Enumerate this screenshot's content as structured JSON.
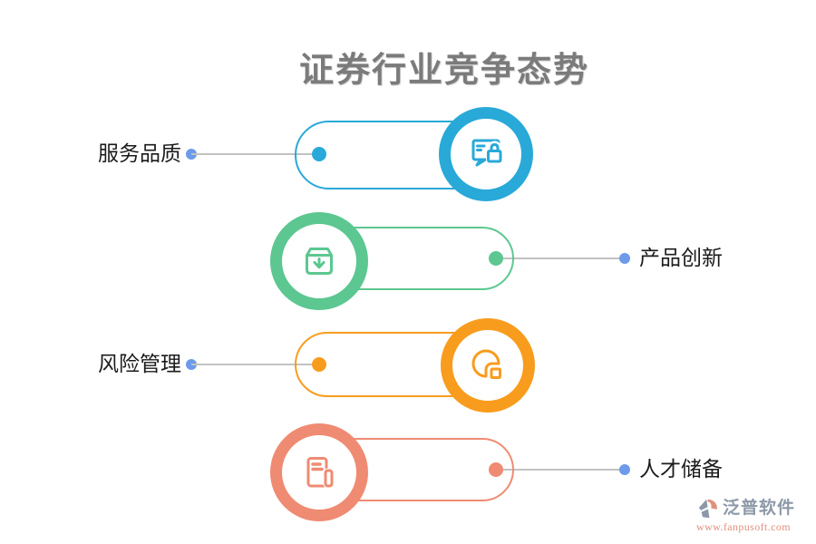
{
  "title": "证券行业竞争态势",
  "items": [
    {
      "label": "服务品质",
      "color": "#29a9d8",
      "icon": "chat-lock-icon",
      "label_side": "left"
    },
    {
      "label": "产品创新",
      "color": "#5cc790",
      "icon": "box-download-icon",
      "label_side": "right"
    },
    {
      "label": "风险管理",
      "color": "#f89c1e",
      "icon": "pie-chart-icon",
      "label_side": "left"
    },
    {
      "label": "人才储备",
      "color": "#ef8b72",
      "icon": "document-icon",
      "label_side": "right"
    }
  ],
  "connector": {
    "line_color": "#c2c2c2",
    "label_dot_color": "#6d9bea"
  },
  "watermark": {
    "name": "泛普软件",
    "url": "www.fanpusoft.com"
  }
}
